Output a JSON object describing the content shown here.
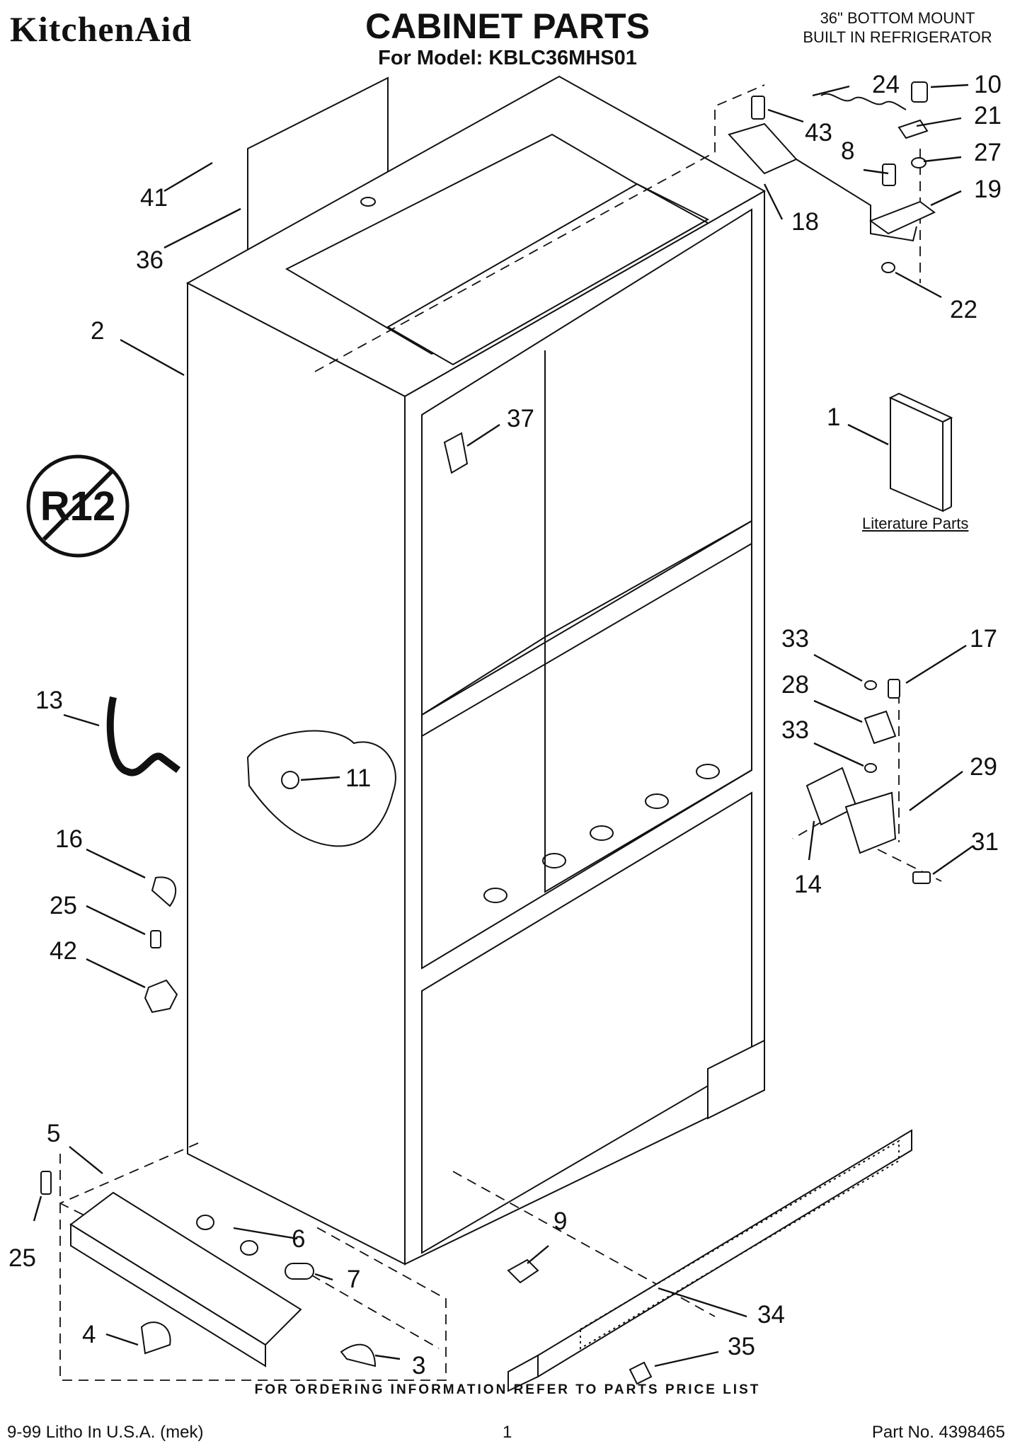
{
  "header": {
    "brand": "KitchenAid",
    "title": "CABINET PARTS",
    "model": "For Model: KBLC36MHS01",
    "unit_line1": "36\" BOTTOM MOUNT",
    "unit_line2": "BUILT IN REFRIGERATOR"
  },
  "badge": {
    "text": "R12"
  },
  "literature_label": "Literature Parts",
  "ordering_note": "FOR ORDERING INFORMATION REFER TO PARTS PRICE LIST",
  "footer": {
    "litho": "9-99 Litho In U.S.A. (mek)",
    "page": "1",
    "part_no": "Part No. 4398465"
  },
  "callouts": {
    "c1": "1",
    "c2": "2",
    "c3": "3",
    "c4": "4",
    "c5": "5",
    "c6": "6",
    "c7": "7",
    "c8": "8",
    "c9": "9",
    "c10": "10",
    "c11": "11",
    "c13": "13",
    "c14": "14",
    "c16": "16",
    "c17": "17",
    "c18": "18",
    "c19": "19",
    "c21": "21",
    "c22": "22",
    "c24": "24",
    "c25a": "25",
    "c25b": "25",
    "c27": "27",
    "c28": "28",
    "c29": "29",
    "c31": "31",
    "c33a": "33",
    "c33b": "33",
    "c34": "34",
    "c35": "35",
    "c36": "36",
    "c37": "37",
    "c41": "41",
    "c42": "42",
    "c43": "43"
  }
}
